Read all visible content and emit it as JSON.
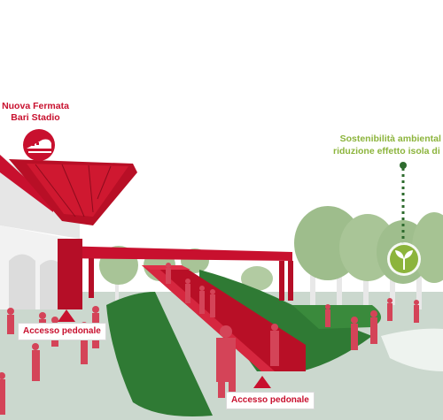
{
  "station": {
    "title_line1": "Nuova Fermata",
    "title_line2": "Bari Stadio",
    "icon": "train-icon",
    "color": "#c8102e"
  },
  "sustainability": {
    "line1": "Sostenibilità ambiental",
    "line2": "riduzione effetto isola di c",
    "icon": "leaf-sprout-icon",
    "color": "#8cb43c"
  },
  "access_labels": [
    {
      "text": "Accesso pedonale"
    },
    {
      "text": "Accesso pedonale"
    }
  ],
  "colors": {
    "structure_red": "#c8102e",
    "lawn_green": "#2e7d32",
    "tree_green": "#8fb07e",
    "ground": "#c9d6cc"
  }
}
